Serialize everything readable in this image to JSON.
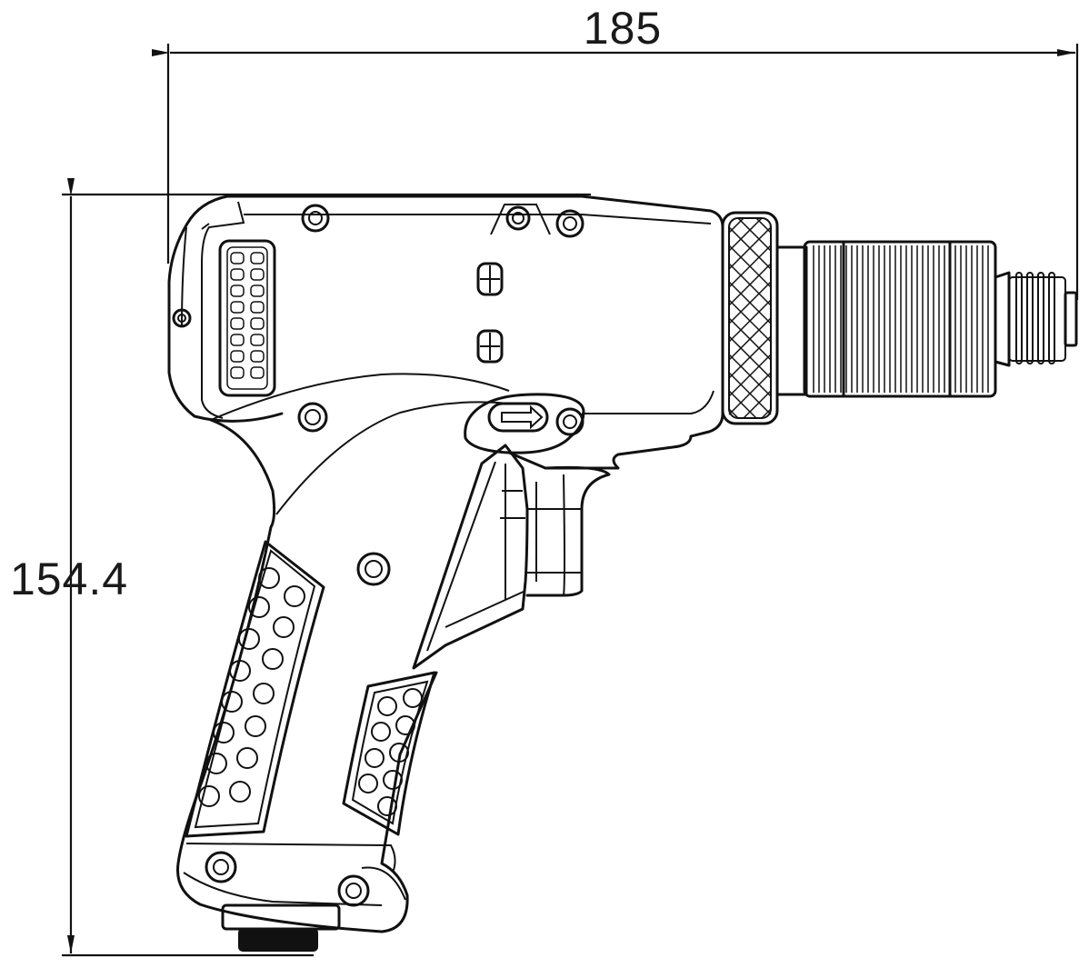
{
  "dimensions": {
    "width_label": "185",
    "height_label": "154.4"
  },
  "colors": {
    "line": "#111111",
    "background": "#ffffff"
  },
  "drawing_type": "side elevation technical line drawing with dimension lines"
}
